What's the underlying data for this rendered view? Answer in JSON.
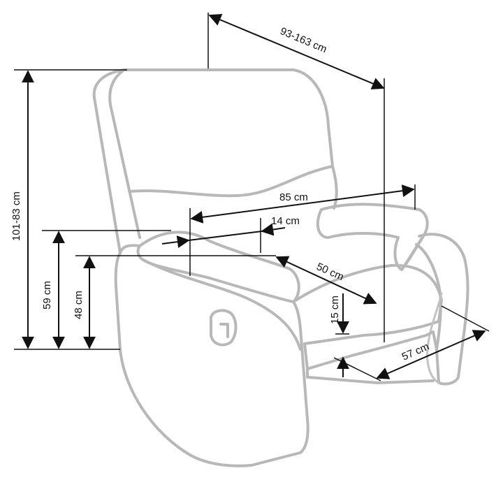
{
  "colors": {
    "outline": "#b8b8b8",
    "dimension": "#111111",
    "background": "#ffffff"
  },
  "dimensions": {
    "depth_range": "93-163 cm",
    "height_range": "101-83 cm",
    "width": "85 cm",
    "armrest_width": "14 cm",
    "seat_depth": "50 cm",
    "armrest_height": "59 cm",
    "seat_height": "48 cm",
    "ground_clearance": "15 cm",
    "seat_width": "57 cm"
  }
}
